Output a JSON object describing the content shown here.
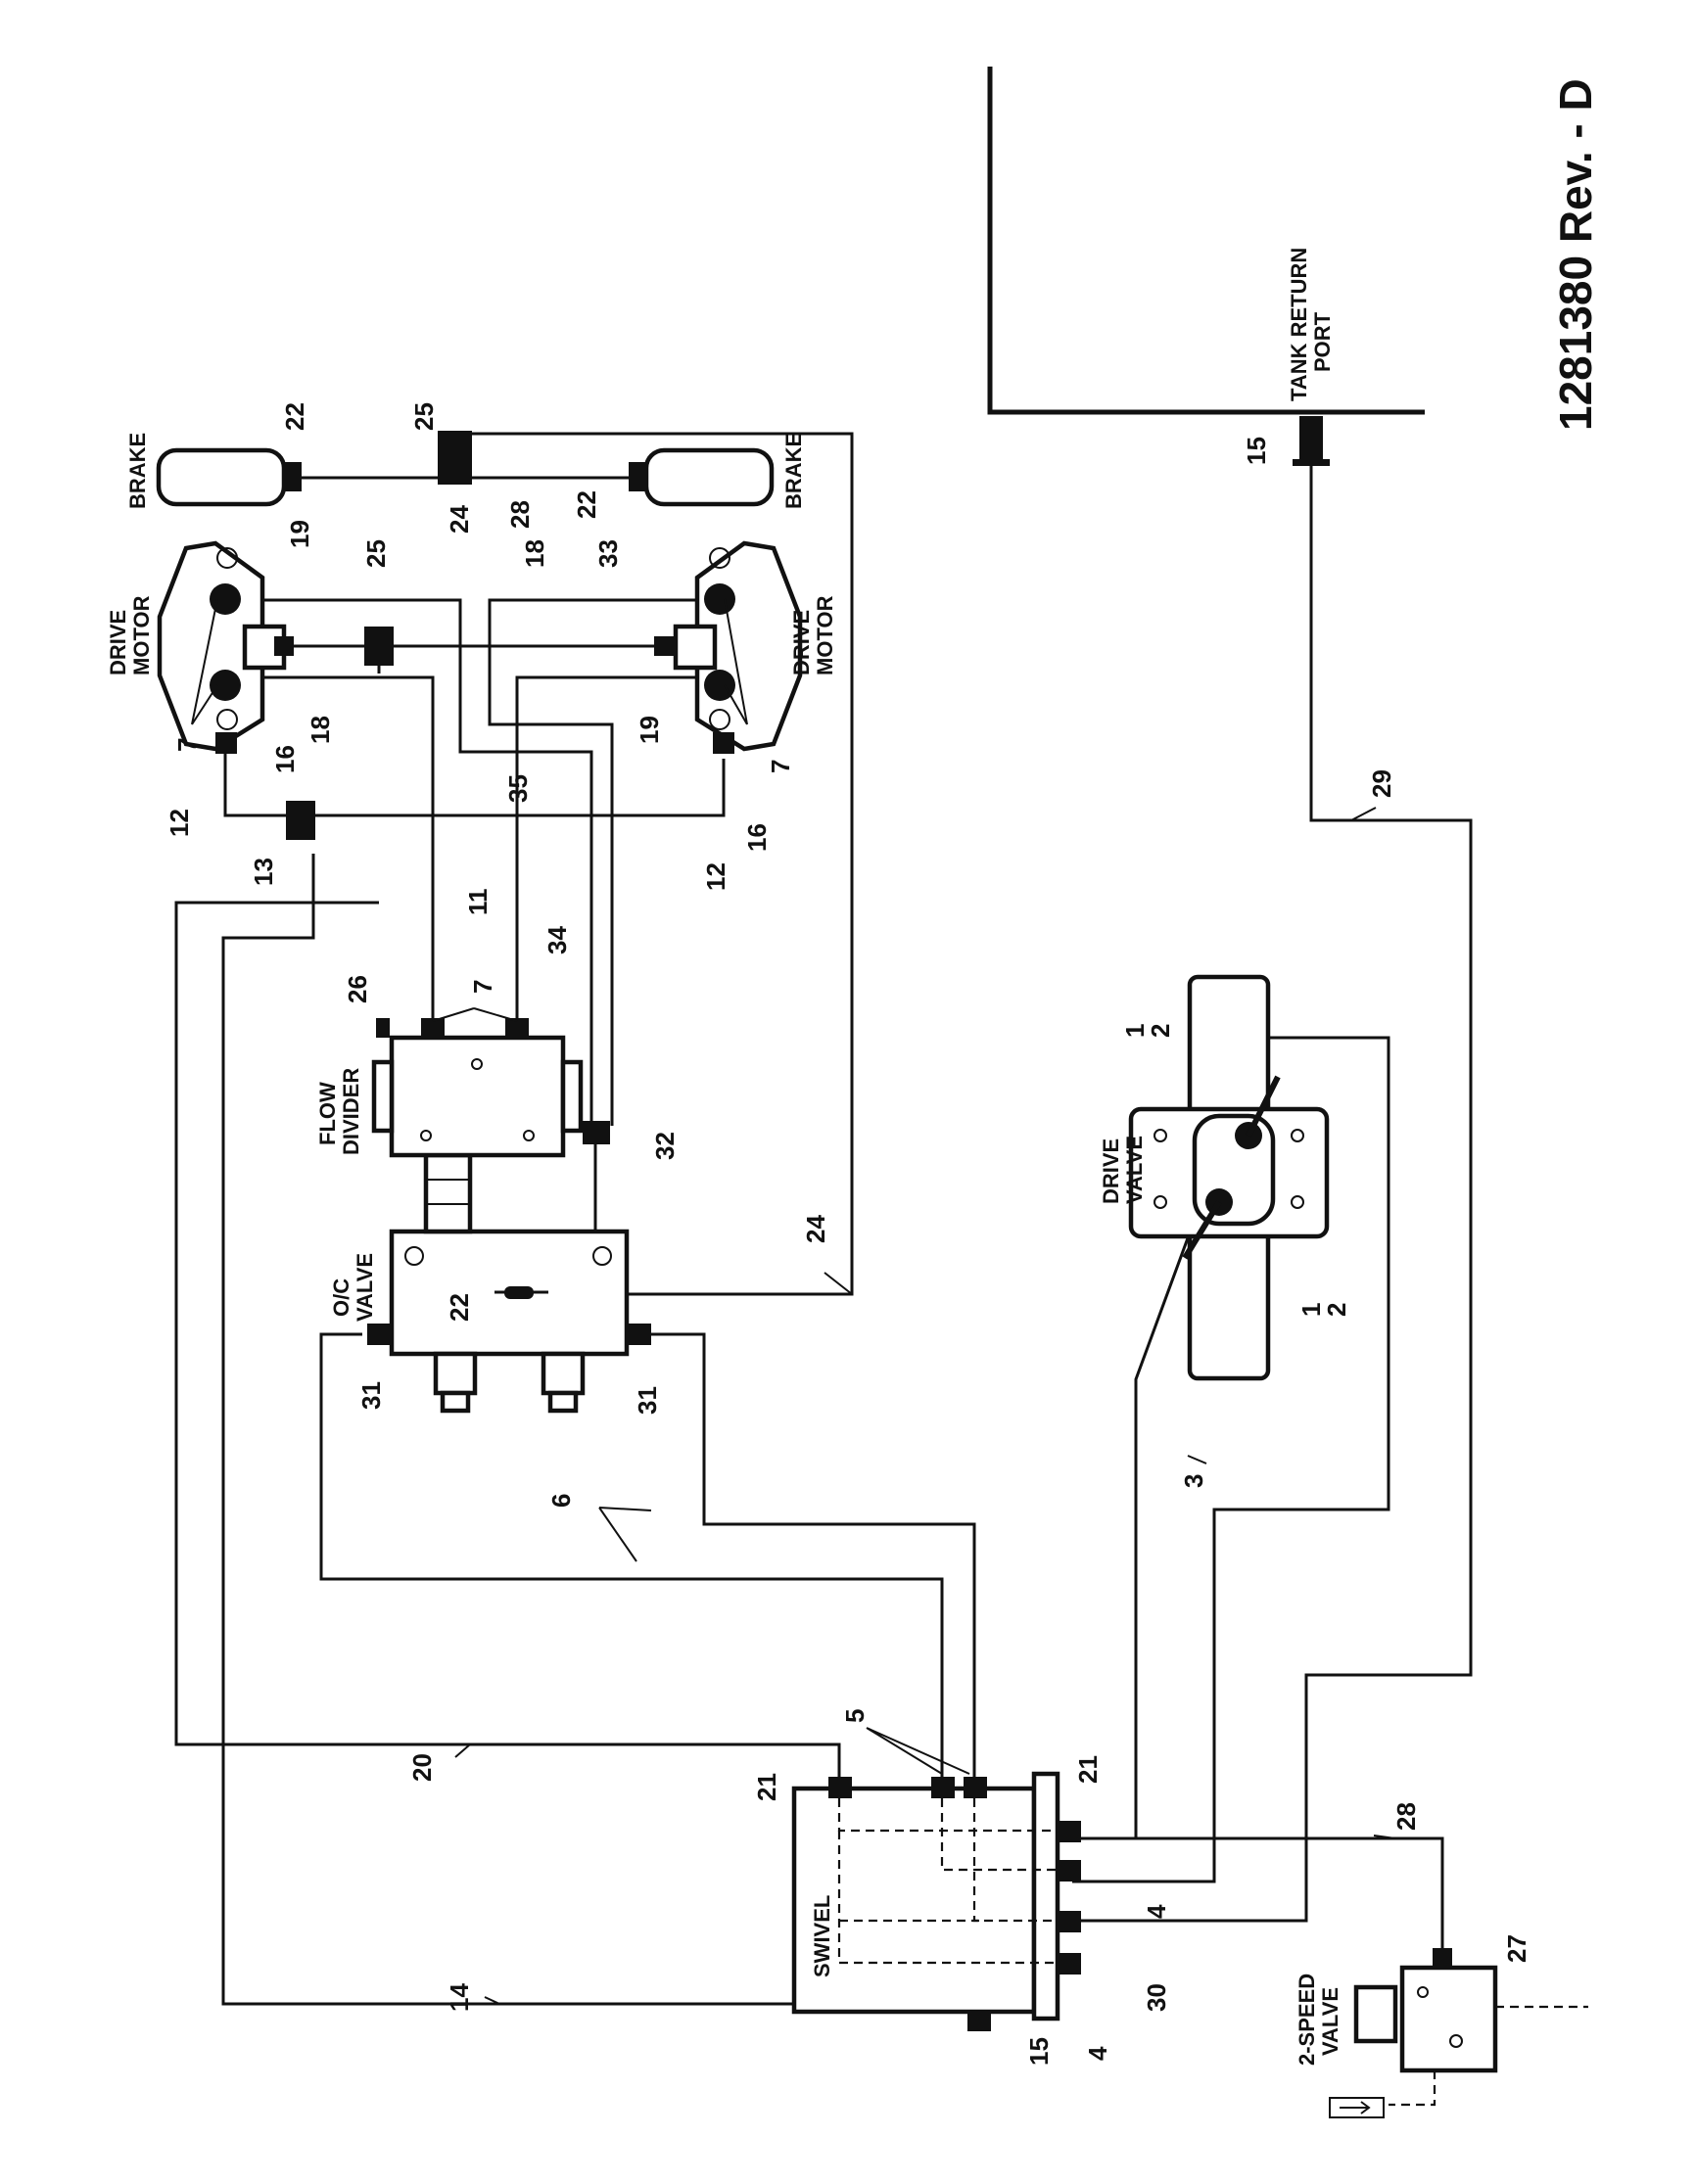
{
  "drawing_number": "1281380 Rev. - D",
  "components": {
    "swivel": "SWIVEL",
    "speed_valve": [
      "2-SPEED",
      "VALVE"
    ],
    "oc_valve": [
      "O/C",
      "VALVE"
    ],
    "flow_divider": [
      "FLOW",
      "DIVIDER"
    ],
    "drive_valve": [
      "DRIVE",
      "VALVE"
    ],
    "drive_motor": [
      "DRIVE",
      "MOTOR"
    ],
    "brake": "BRAKE",
    "tank_return_port": [
      "TANK RETURN",
      "PORT"
    ]
  },
  "callouts": {
    "c1": "1",
    "c2": "2",
    "c3": "3",
    "c4": "4",
    "c5": "5",
    "c6": "6",
    "c7": "7",
    "c11": "11",
    "c12": "12",
    "c13": "13",
    "c14": "14",
    "c15": "15",
    "c16": "16",
    "c18": "18",
    "c19": "19",
    "c20": "20",
    "c21": "21",
    "c22": "22",
    "c24": "24",
    "c25": "25",
    "c26": "26",
    "c27": "27",
    "c28": "28",
    "c29": "29",
    "c30": "30",
    "c31": "31",
    "c32": "32",
    "c33": "33",
    "c34": "34",
    "c35": "35"
  }
}
